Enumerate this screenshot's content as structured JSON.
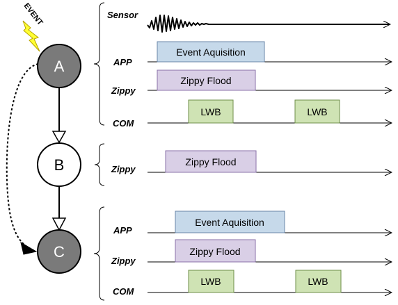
{
  "event_label": "EVENT",
  "nodes": {
    "a": "A",
    "b": "B",
    "c": "C"
  },
  "colors": {
    "node_dark": "#7a7a7a",
    "node_light": "#ffffff",
    "acquisition": "#c6d9ea",
    "flood": "#d9cfe6",
    "lwb": "#cfe3b4",
    "lightning": "#ffff33"
  },
  "group_a": {
    "sensor_label": "Sensor",
    "app_label": "APP",
    "app_block": "Event Aquisition",
    "zippy_label": "Zippy",
    "zippy_block": "Zippy Flood",
    "com_label": "COM",
    "com_block_1": "LWB",
    "com_block_2": "LWB"
  },
  "group_b": {
    "zippy_label": "Zippy",
    "zippy_block": "Zippy Flood"
  },
  "group_c": {
    "app_label": "APP",
    "app_block": "Event Aquisition",
    "zippy_label": "Zippy",
    "zippy_block": "Zippy Flood",
    "com_label": "COM",
    "com_block_1": "LWB",
    "com_block_2": "LWB"
  }
}
